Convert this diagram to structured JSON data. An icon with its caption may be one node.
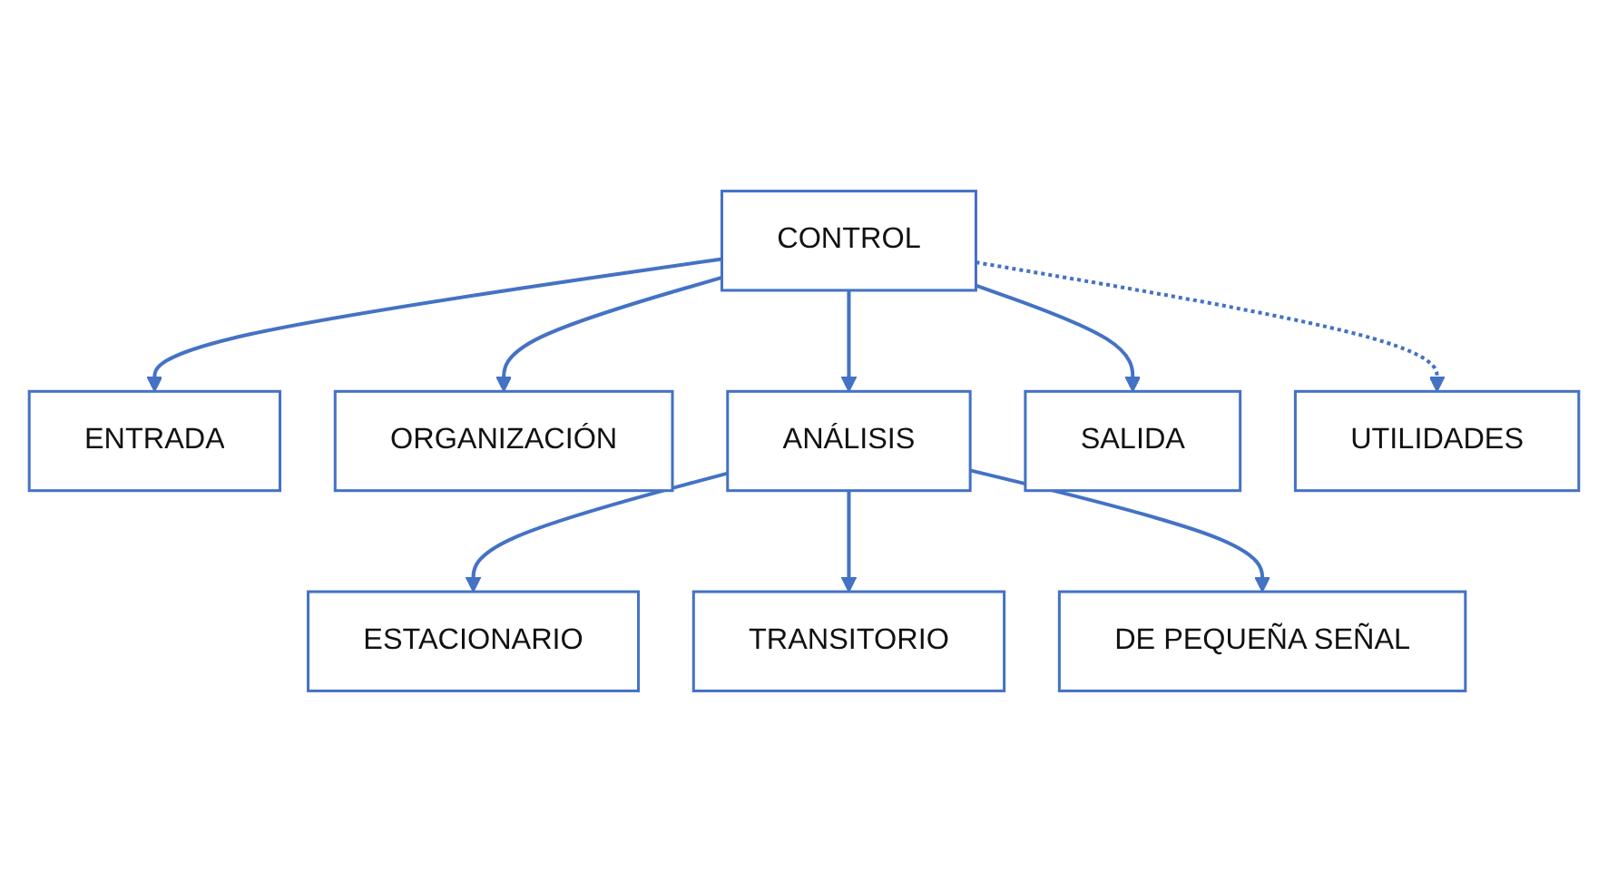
{
  "diagram": {
    "nodes": [
      {
        "text": [
          "CONTROL"
        ]
      },
      {
        "text": [
          "ENTRADA"
        ]
      },
      {
        "text": [
          "ORGANIZACIÓN"
        ]
      },
      {
        "text": [
          "ANÁLISIS"
        ]
      },
      {
        "text": [
          "SALIDA"
        ]
      },
      {
        "text": [
          "UTILIDADES"
        ]
      },
      {
        "text": [
          "ESTACIONARIO"
        ]
      },
      {
        "text": [
          "TRANSITORIO"
        ]
      },
      {
        "text": [
          "DE PEQUEÑA SEÑAL"
        ]
      }
    ],
    "edges": [
      {
        "from": 0,
        "to": 1,
        "arrow": "to"
      },
      {
        "from": 0,
        "to": 2,
        "arrow": "to"
      },
      {
        "from": 0,
        "to": 5,
        "arrow": "to",
        "style": "dashed"
      },
      {
        "from": 0,
        "to": 3,
        "arrow": "to"
      },
      {
        "from": 0,
        "to": 4,
        "arrow": "to"
      },
      {
        "from": 3,
        "to": 6,
        "arrow": "to"
      },
      {
        "from": 3,
        "to": 7,
        "arrow": "to"
      },
      {
        "from": 3,
        "to": 8,
        "arrow": "to"
      }
    ]
  }
}
